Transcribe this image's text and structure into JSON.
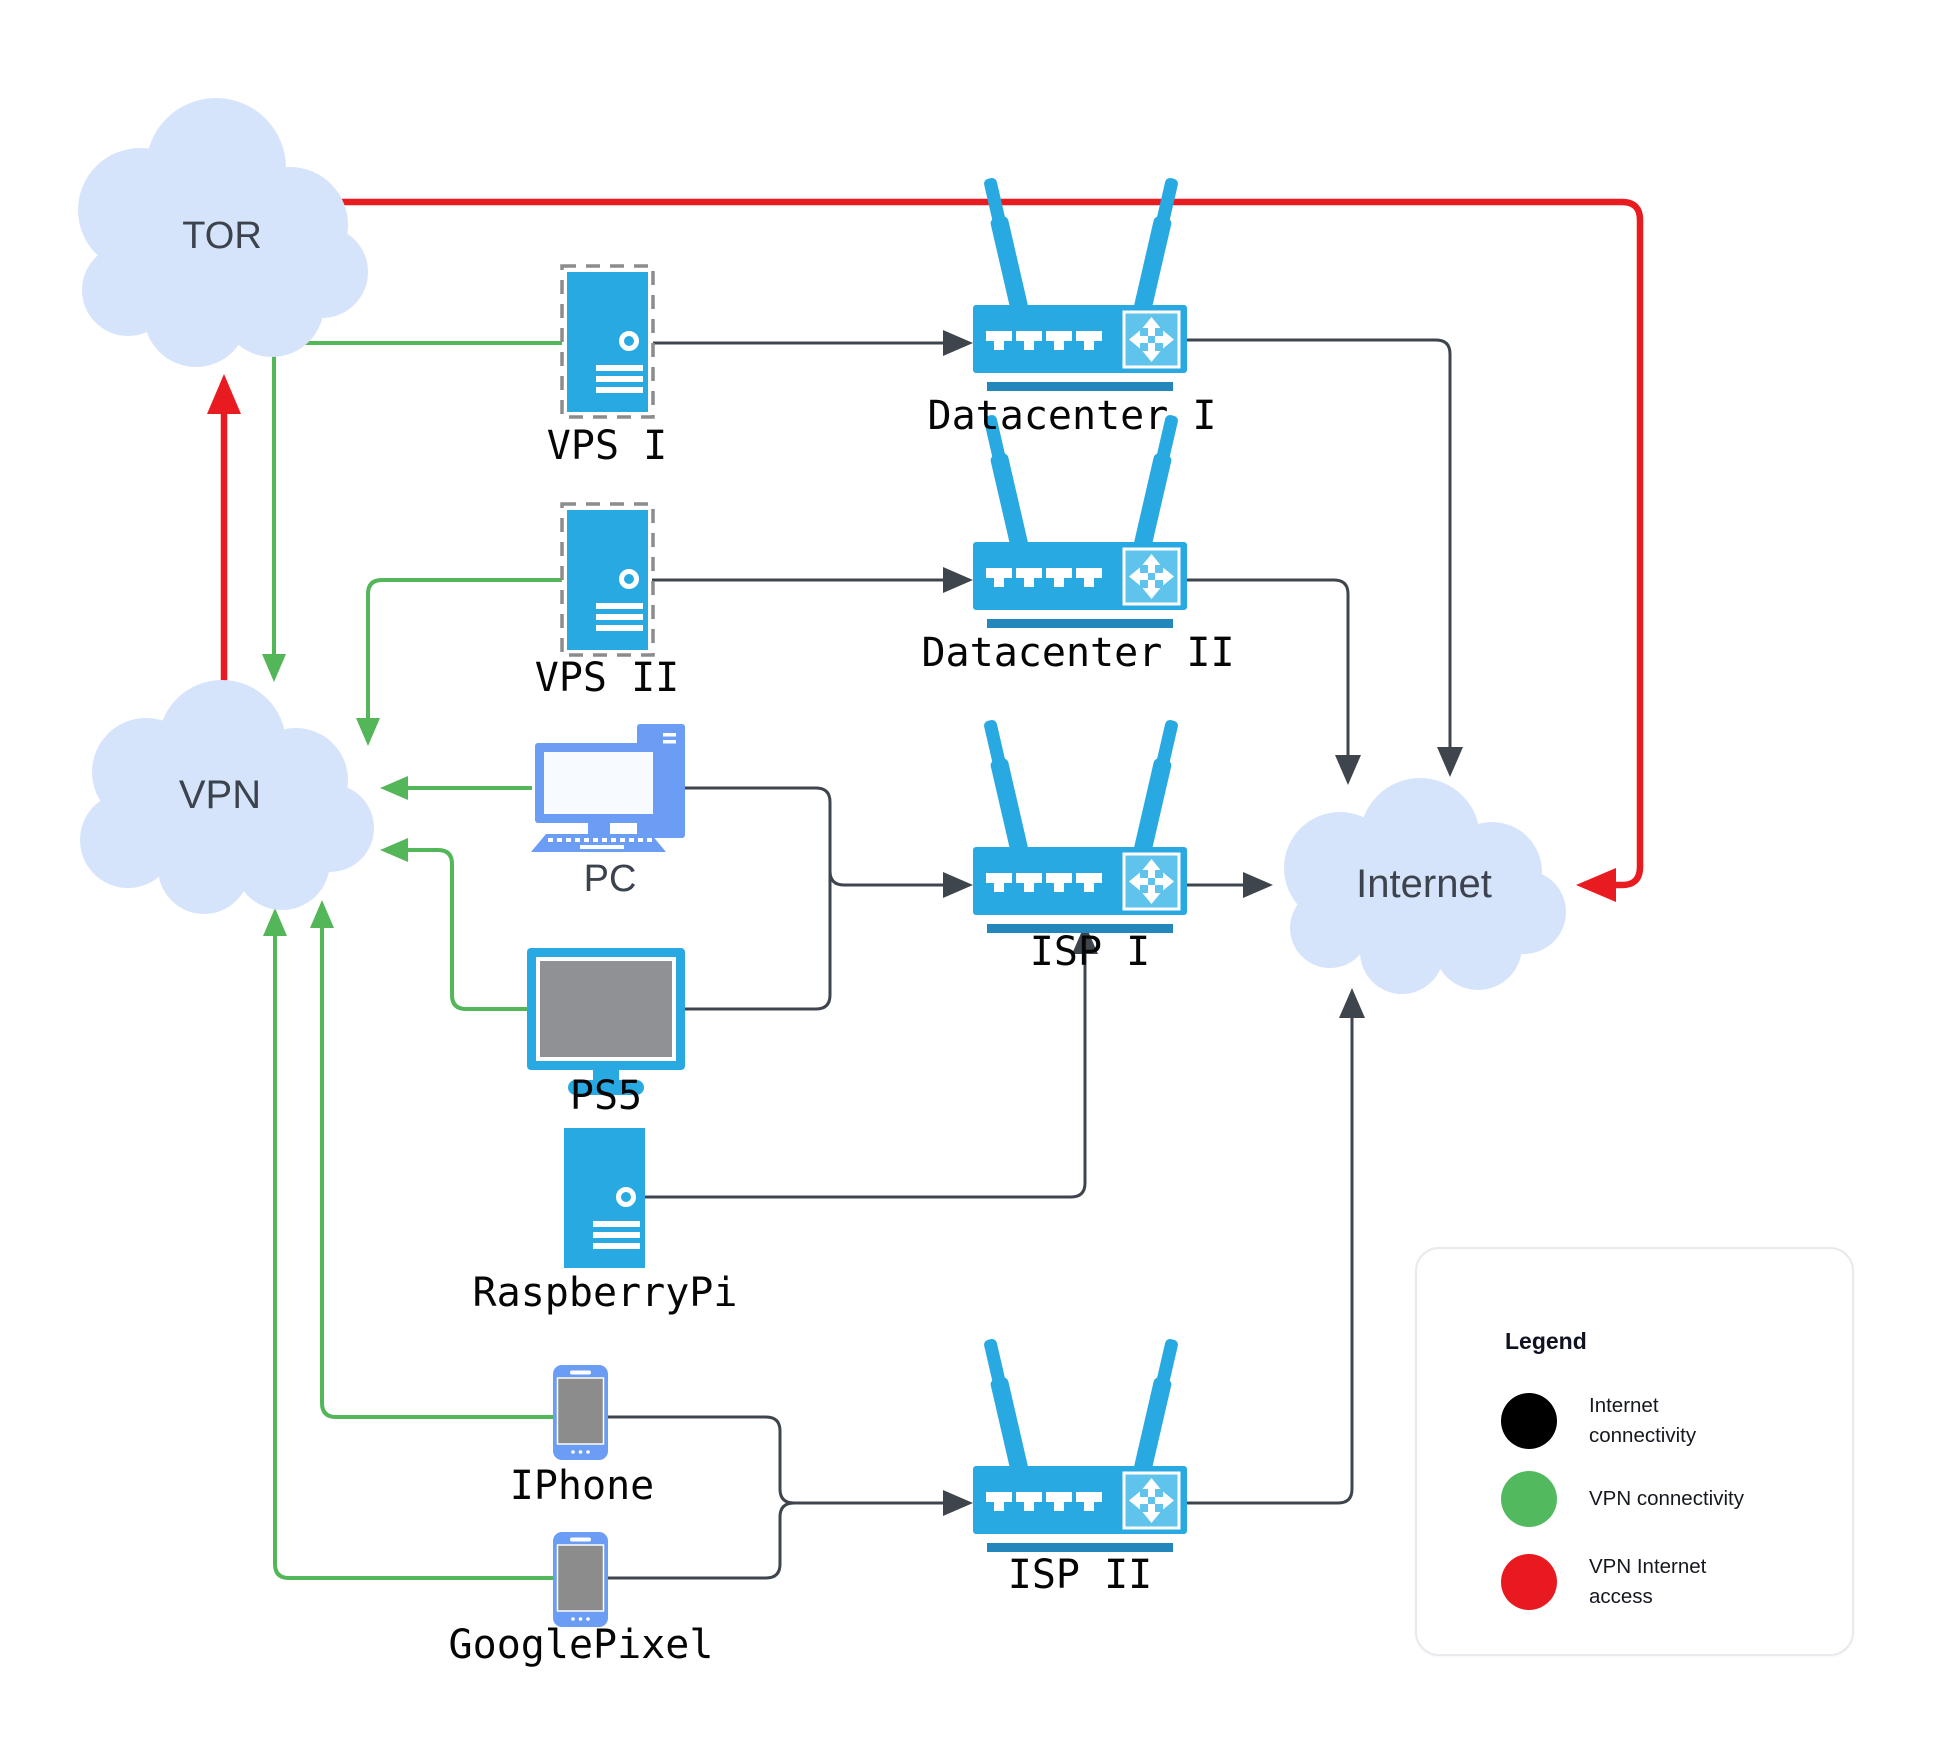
{
  "nodes": {
    "tor": "TOR",
    "vpn": "VPN",
    "internet": "Internet",
    "vps1": "VPS I",
    "vps2": "VPS II",
    "datacenter1": "Datacenter I",
    "datacenter2": "Datacenter II",
    "isp1": "ISP I",
    "isp2": "ISP II",
    "pc": "PC",
    "ps5": "PS5",
    "raspberrypi": "RaspberryPi",
    "iphone": "IPhone",
    "googlepixel": "GooglePixel"
  },
  "legend": {
    "title": "Legend",
    "items": [
      {
        "color": "#000000",
        "label": "Internet connectivity"
      },
      {
        "color": "#53b95f",
        "label": "VPN connectivity"
      },
      {
        "color": "#e8191f",
        "label": "VPN Internet access"
      }
    ]
  },
  "colors": {
    "internet_connectivity_line": "#3f454c",
    "vpn_connectivity_line": "#53b658",
    "vpn_internet_access_line": "#e81b21",
    "router_blue": "#29a9e1",
    "client_blue": "#6c9df4",
    "cloud_fill": "#d6e4fb"
  }
}
